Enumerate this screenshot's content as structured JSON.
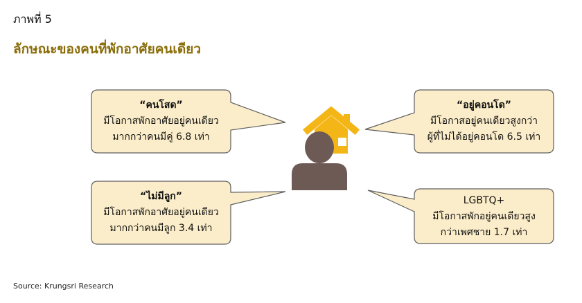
{
  "figure": {
    "label": "ภาพที่ 5",
    "title": "ลักษณะของคนที่พักอาศัยคนเดียว"
  },
  "bubbles": {
    "single": {
      "head": "“คนโสด”",
      "line1": "มีโอกาสพักอาศัยอยู่คนเดียว",
      "line2": "มากกว่าคนมีคู่ 6.8 เท่า"
    },
    "condo": {
      "head": "“อยู่คอนโด”",
      "line1": "มีโอกาสอยู่คนเดียวสูงกว่า",
      "line2": "ผู้ที่ไม่ได้อยู่คอนโด 6.5 เท่า"
    },
    "no_children": {
      "head": "“ไม่มีลูก”",
      "line1": "มีโอกาสพักอาศัยอยู่คนเดียว",
      "line2": "มากกว่าคนมีลูก 3.4 เท่า"
    },
    "lgbtq": {
      "head": "LGBTQ+",
      "line1": "มีโอกาสพักอยู่คนเดียวสูง",
      "line2": "กว่าเพศชาย 1.7 เท่า"
    }
  },
  "icons": {
    "center": "person-with-house-icon"
  },
  "colors": {
    "title": "#8a6d08",
    "bubble_fill": "#fbedc9",
    "bubble_stroke": "#5e5e5e",
    "house": "#f4b616",
    "person": "#6e5a55"
  },
  "source": "Source: Krungsri Research"
}
